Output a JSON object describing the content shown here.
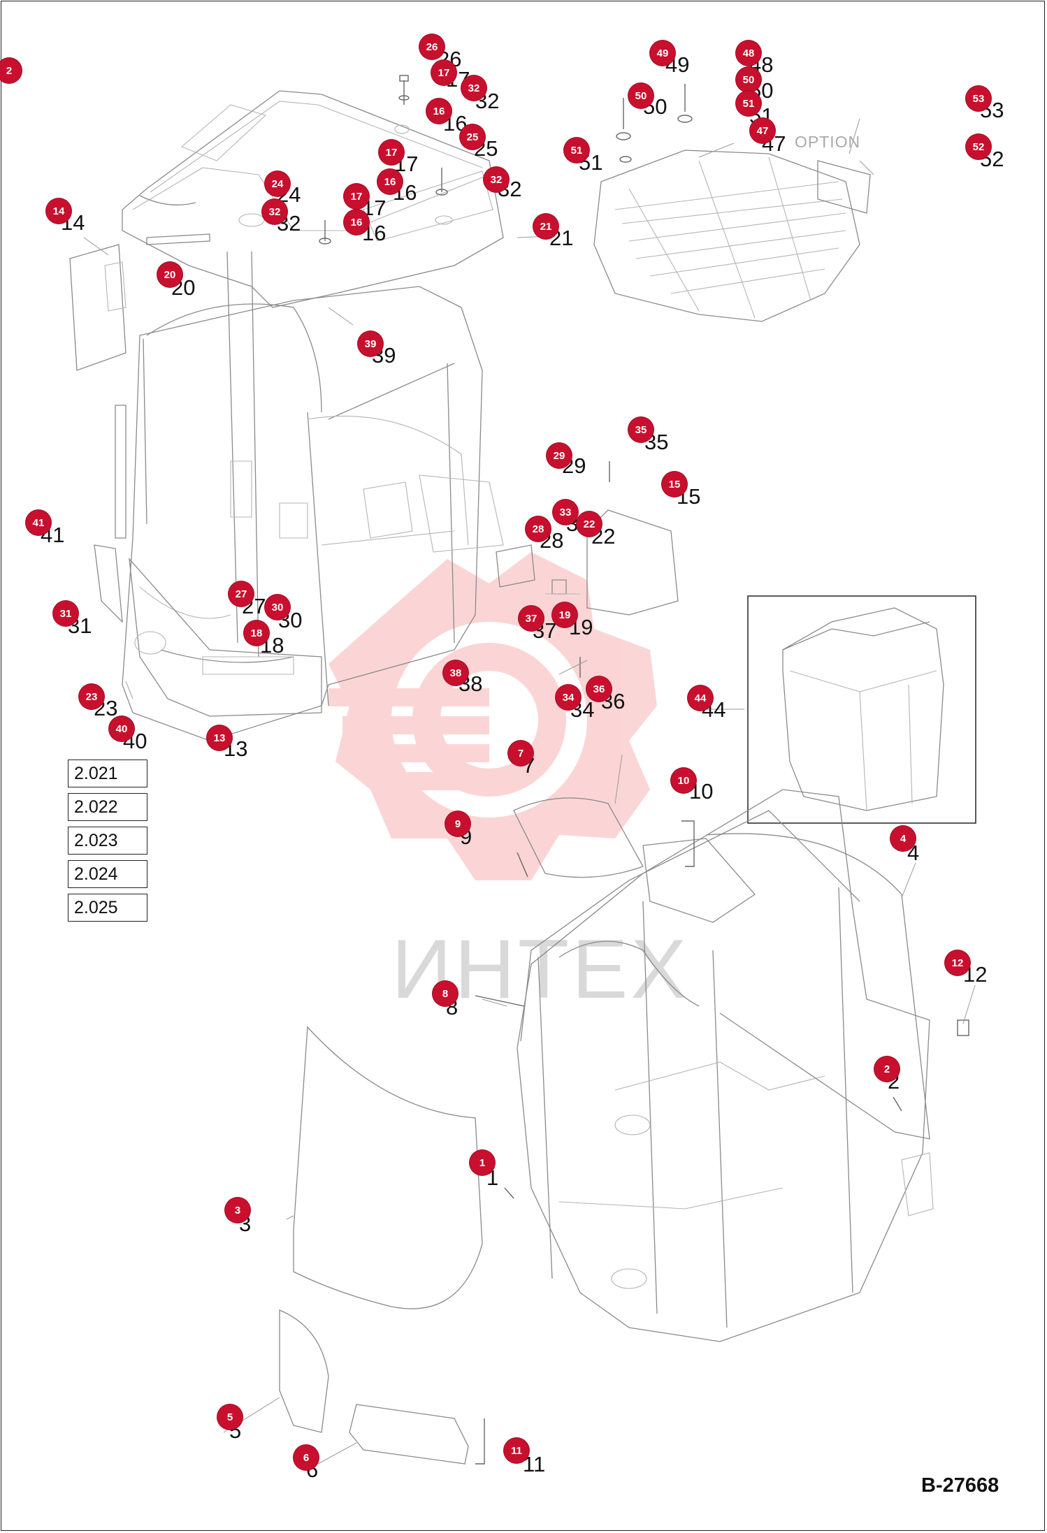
{
  "drawing": {
    "number": "B-27668",
    "option_label": "OPTION",
    "watermark_text": "ИНТЕХ",
    "watermark_color": "#f26b6b"
  },
  "colors": {
    "marker": "#c8102e",
    "line": "#8a8a8a"
  },
  "reference_boxes": [
    "2.021",
    "2.022",
    "2.023",
    "2.024",
    "2.025"
  ],
  "corner_marker": "2",
  "markers": [
    "26",
    "17",
    "32",
    "16",
    "25",
    "17",
    "16",
    "32",
    "24",
    "32",
    "17",
    "16",
    "14",
    "20",
    "21",
    "39",
    "49",
    "50",
    "48",
    "50",
    "51",
    "51",
    "47",
    "53",
    "52",
    "35",
    "29",
    "15",
    "33",
    "22",
    "28",
    "37",
    "19",
    "41",
    "31",
    "27",
    "30",
    "18",
    "38",
    "23",
    "40",
    "13",
    "34",
    "36",
    "44",
    "7",
    "10",
    "9",
    "4",
    "12",
    "8",
    "2",
    "1",
    "3",
    "5",
    "6",
    "11"
  ],
  "part_labels": [
    "26",
    "17",
    "32",
    "16",
    "25",
    "17",
    "16",
    "32",
    "24",
    "32",
    "17",
    "16",
    "14",
    "20",
    "21",
    "39",
    "49",
    "50",
    "48",
    "50",
    "51",
    "51",
    "47",
    "53",
    "52",
    "35",
    "29",
    "15",
    "33",
    "22",
    "28",
    "37",
    "19",
    "41",
    "31",
    "27",
    "30",
    "18",
    "38",
    "23",
    "40",
    "13",
    "34",
    "36",
    "44",
    "7",
    "10",
    "9",
    "4",
    "12",
    "8",
    "2",
    "1",
    "3",
    "5",
    "6",
    "11"
  ]
}
